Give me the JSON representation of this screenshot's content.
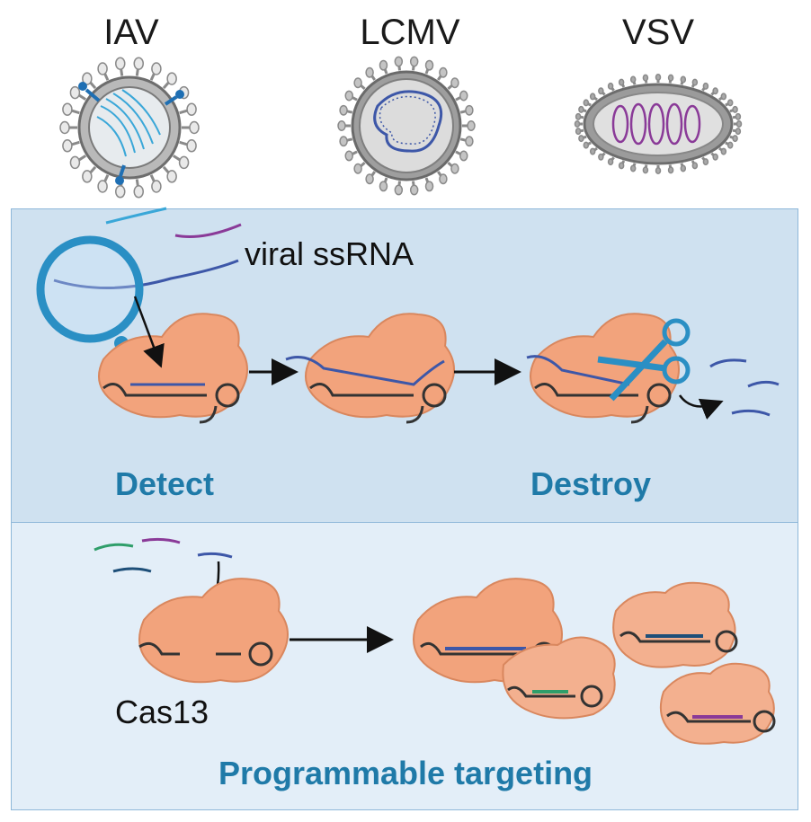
{
  "viruses": [
    {
      "label": "IAV"
    },
    {
      "label": "LCMV"
    },
    {
      "label": "VSV"
    }
  ],
  "labels": {
    "viral_ssrna": "viral ssRNA",
    "detect": "Detect",
    "destroy": "Destroy",
    "cas13": "Cas13",
    "programmable_targeting": "Programmable targeting"
  },
  "colors": {
    "protein": "#f2a37c",
    "rna_light_blue": "#3aa7d8",
    "rna_dark_blue": "#3d57a8",
    "rna_purple": "#8a3a98",
    "rna_green": "#2f9e6a",
    "rna_navy": "#1e4f79",
    "panel_top": "#cfe1f0",
    "panel_bottom": "#e3eef8",
    "heading_blue": "#1f7aa8"
  }
}
